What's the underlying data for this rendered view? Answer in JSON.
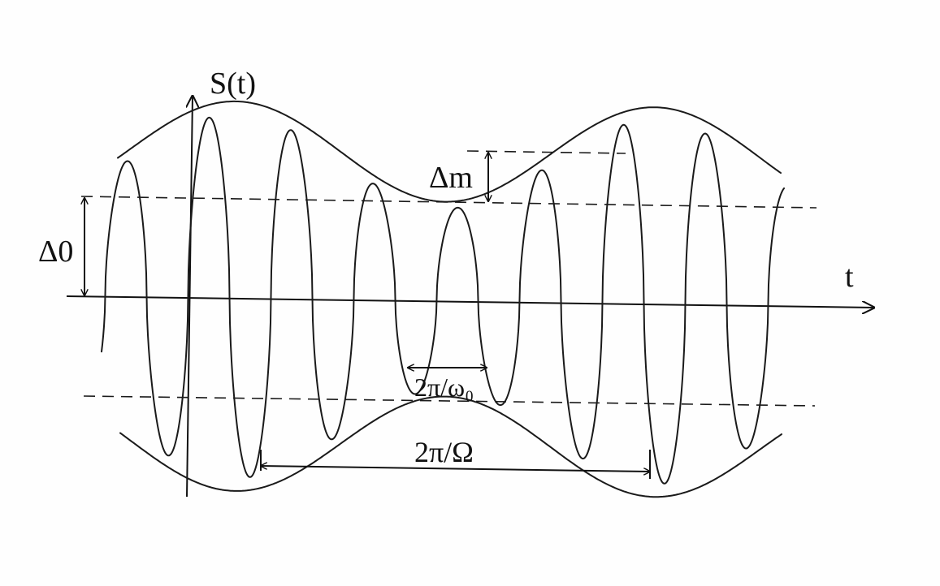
{
  "labels": {
    "y_axis": "S(t)",
    "x_axis": "t",
    "delta_zero": "Δ0",
    "delta_m": "Δm",
    "carrier_period": "2π/ω₀",
    "modulation_period": "2π/Ω"
  }
}
